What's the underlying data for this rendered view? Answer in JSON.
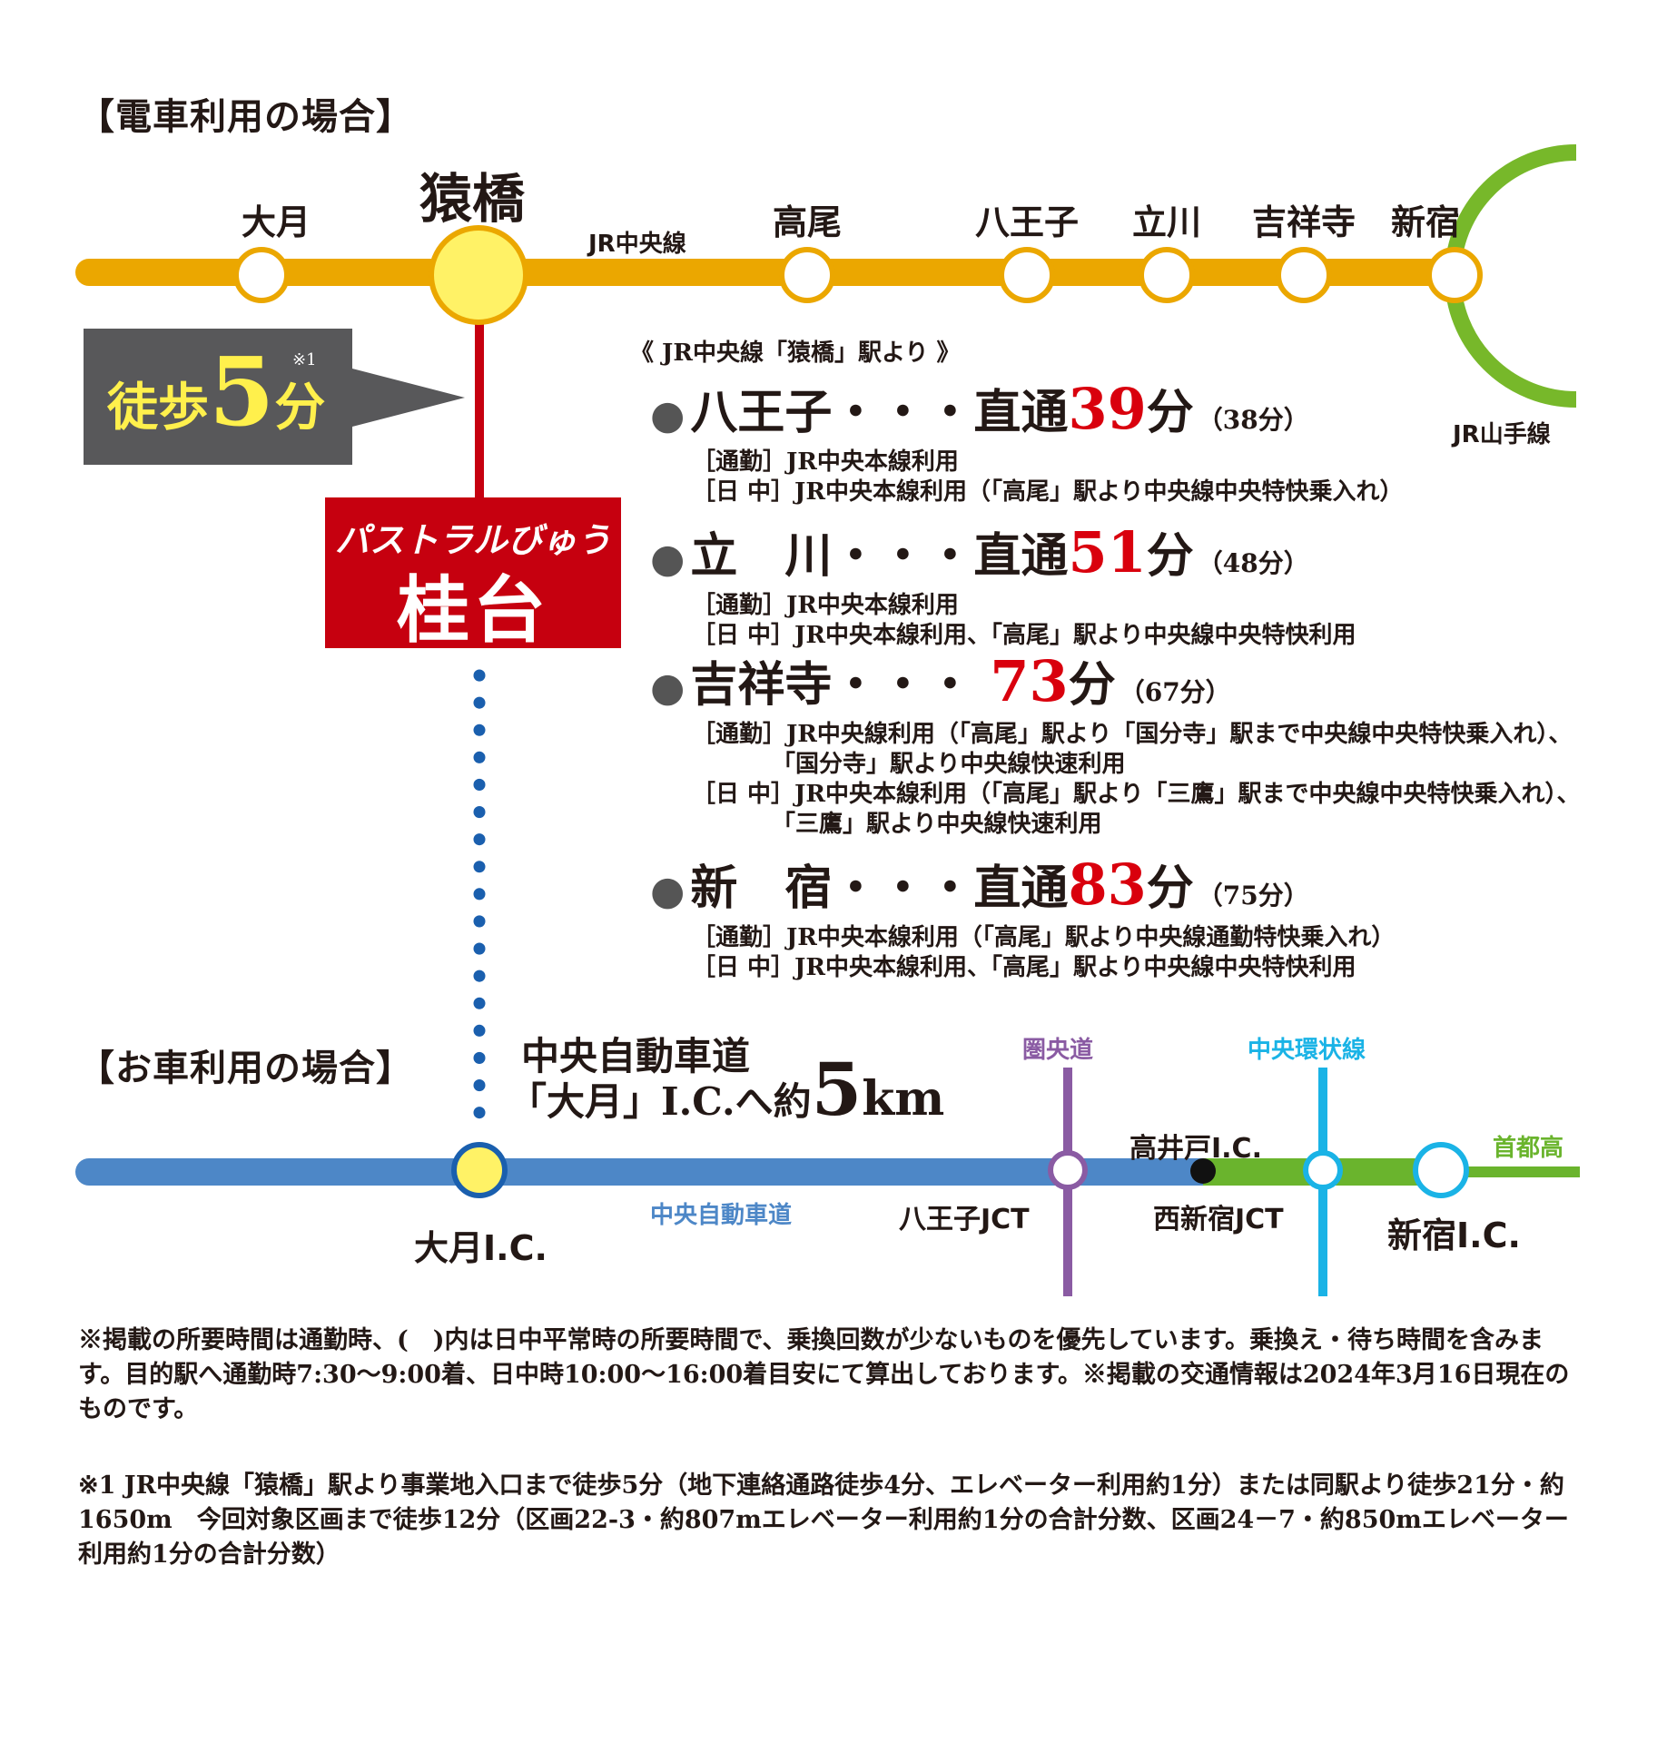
{
  "train": {
    "header": "【電車利用の場合】",
    "stations": [
      {
        "label": "大月"
      },
      {
        "label": "猿橋"
      },
      {
        "label": "高尾"
      },
      {
        "label": "八王子"
      },
      {
        "label": "立川"
      },
      {
        "label": "吉祥寺"
      },
      {
        "label": "新宿"
      }
    ],
    "chuo_line_label": "JR中央線",
    "yamanote_label": "JR山手線",
    "line_color": "#eba700",
    "yamanote_color": "#77b82a",
    "access_color": "#c6000f"
  },
  "walk": {
    "label": "徒歩",
    "minutes": "5",
    "unit": "分",
    "note": "※1"
  },
  "destination": {
    "subtitle": "パストラルびゅう",
    "name": "桂台"
  },
  "routes": {
    "heading": "《 JR中央線「猿橋」駅より 》",
    "items": [
      {
        "station": "八王子・・・",
        "prefix": "直通",
        "time": "39",
        "unit": "分",
        "offpeak": "（38分）",
        "notes": [
          "［通勤］JR中央本線利用",
          "［日 中］JR中央本線利用（「高尾」駅より中央線中央特快乗入れ）"
        ]
      },
      {
        "station": "立　川・・・",
        "prefix": "直通",
        "time": "51",
        "unit": "分",
        "offpeak": "（48分）",
        "notes": [
          "［通勤］JR中央本線利用",
          "［日 中］JR中央本線利用、「高尾」駅より中央線中央特快利用"
        ]
      },
      {
        "station": "吉祥寺・・・",
        "prefix": "",
        "time": "73",
        "unit": "分",
        "offpeak": "（67分）",
        "notes": [
          "［通勤］JR中央線利用（「高尾」駅より「国分寺」駅まで中央線中央特快乗入れ）、",
          "「国分寺」駅より中央線快速利用",
          "［日 中］JR中央本線利用（「高尾」駅より「三鷹」駅まで中央線中央特快乗入れ）、",
          "「三鷹」駅より中央線快速利用"
        ]
      },
      {
        "station": "新　宿・・・",
        "prefix": "直通",
        "time": "83",
        "unit": "分",
        "offpeak": "（75分）",
        "notes": [
          "［通勤］JR中央本線利用（「高尾」駅より中央線通勤特快乗入れ）",
          "［日 中］JR中央本線利用、「高尾」駅より中央線中央特快利用"
        ]
      }
    ]
  },
  "car": {
    "header": "【お車利用の場合】",
    "title_line1": "中央自動車道",
    "title_line2_prefix": "「大月」I.C.へ約",
    "title_distance": "5",
    "title_unit": "km",
    "expressway_label": "中央自動車道",
    "nodes": {
      "otsuki_ic": "大月I.C.",
      "hachioji_jct": "八王子JCT",
      "takaido_ic": "高井戸I.C.",
      "nishishinjuku_jct": "西新宿JCT",
      "shinjuku_ic": "新宿I.C."
    },
    "roads": {
      "kenodo": {
        "label": "圏央道",
        "color": "#8a5ba3"
      },
      "chuo_kanjo": {
        "label": "中央環状線",
        "color": "#1ab3e6"
      },
      "shutoko": {
        "label": "首都高",
        "color": "#6ab42d"
      }
    },
    "expressway_color": "#4d87c7"
  },
  "footnotes": [
    "※掲載の所要時間は通勤時、(　)内は日中平常時の所要時間で、乗換回数が少ないものを優先しています。乗換え・待ち時間を含みます。目的駅へ通勤時7:30～9:00着、日中時10:00～16:00着目安にて算出しております。※掲載の交通情報は2024年3月16日現在のものです。",
    "※1 JR中央線「猿橋」駅より事業地入口まで徒歩5分（地下連絡通路徒歩4分、エレベーター利用約1分）または同駅より徒歩21分・約1650m　今回対象区画まで徒歩12分（区画22-3・約807mエレベーター利用約1分の合計分数、区画24－7・約850mエレベーター利用約1分の合計分数）"
  ]
}
